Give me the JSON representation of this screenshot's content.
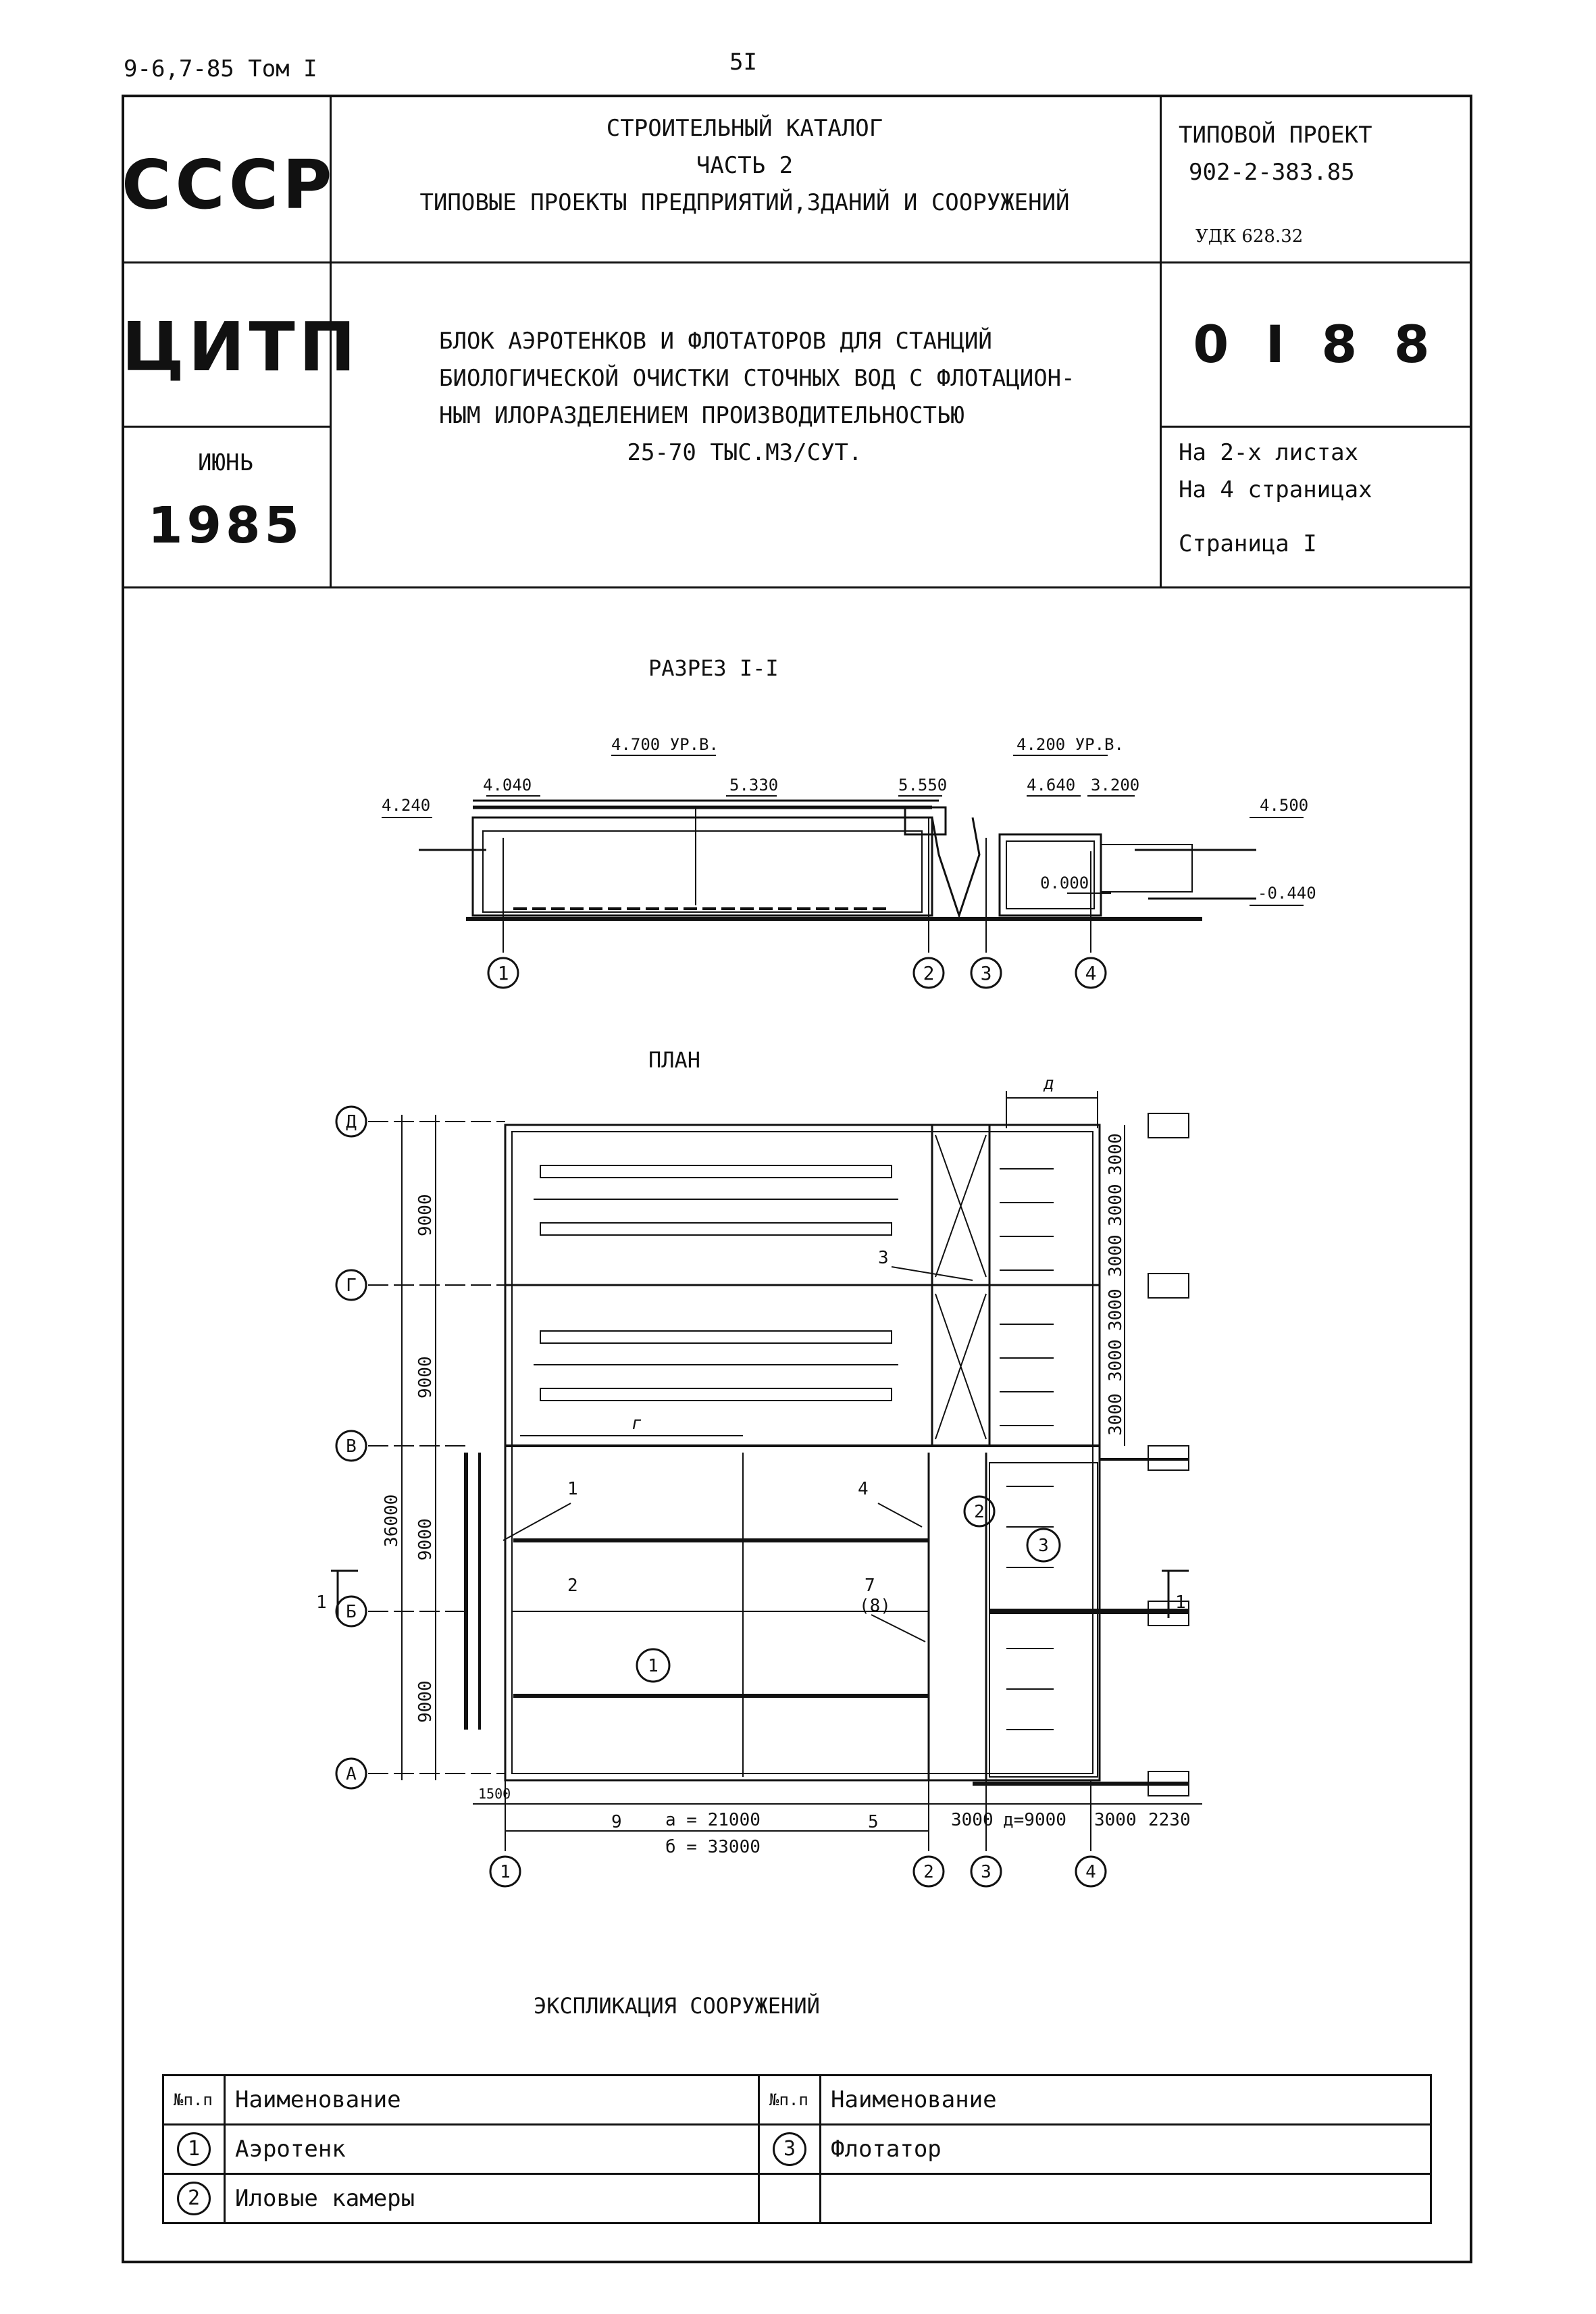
{
  "page": {
    "series_ref": "9-6,7-85 Том I",
    "page_number": "5I"
  },
  "header": {
    "country": "СССР",
    "org": "ЦИТП",
    "month": "ИЮНЬ",
    "year": "1985",
    "catalog_line1": "СТРОИТЕЛЬНЫЙ КАТАЛОГ",
    "catalog_line2": "ЧАСТЬ 2",
    "catalog_line3": "ТИПОВЫЕ ПРОЕКТЫ ПРЕДПРИЯТИЙ,ЗДАНИЙ И СООРУЖЕНИЙ",
    "project_label": "ТИПОВОЙ ПРОЕКТ",
    "project_number": "902-2-383.85",
    "udk": "УДК 628.32",
    "title_line1": "БЛОК АЭРОТЕНКОВ И ФЛОТАТОРОВ ДЛЯ СТАНЦИЙ",
    "title_line2": "БИОЛОГИЧЕСКОЙ ОЧИСТКИ СТОЧНЫХ ВОД С ФЛОТАЦИОН-",
    "title_line3": "НЫМ ИЛОРАЗДЕЛЕНИЕМ ПРОИЗВОДИТЕЛЬНОСТЬЮ",
    "title_line4": "25-70 ТЫС.М3/СУТ.",
    "code": "0 I 8 8",
    "sheets": "На 2-х листах",
    "pages": "На 4 страницах",
    "page_label": "Страница I"
  },
  "section": {
    "title": "РАЗРЕЗ I-I",
    "elevations": {
      "e4240": "4.240",
      "e4040": "4.040",
      "e4700": "4.700 УР.В.",
      "e5330": "5.330",
      "e5550": "5.550",
      "e4200": "4.200 УР.В.",
      "e4640": "4.640",
      "e3200": "3.200",
      "e0000": "0.000",
      "e4500": "4.500",
      "em0440": "-0.440"
    },
    "axes": [
      "1",
      "2",
      "3",
      "4"
    ]
  },
  "plan": {
    "title": "ПЛАН",
    "row_axes": [
      "Д",
      "Г",
      "В",
      "Б",
      "А"
    ],
    "col_axes": [
      "1",
      "2",
      "3",
      "4"
    ],
    "dim_9000": "9000",
    "dim_36000": "36000",
    "dim_3000": "3000",
    "dim_1500": "1500",
    "dim_a": "а = 21000",
    "dim_b": "б = 33000",
    "dim_d": "д=9000",
    "dim_2230": "2230",
    "letter_d": "д",
    "letter_g": "г",
    "section_mark": "1",
    "callouts": [
      "1",
      "2",
      "3",
      "4",
      "5",
      "7",
      "(8)",
      "9"
    ],
    "zone_labels": [
      "1",
      "2",
      "3"
    ]
  },
  "explication": {
    "title": "ЭКСПЛИКАЦИЯ СООРУЖЕНИЙ",
    "col_no": "№п.п",
    "col_name": "Наименование",
    "rows": [
      {
        "no": "1",
        "name": "Аэротенк"
      },
      {
        "no": "2",
        "name": "Иловые камеры"
      },
      {
        "no": "3",
        "name": "Флотатор"
      }
    ]
  }
}
